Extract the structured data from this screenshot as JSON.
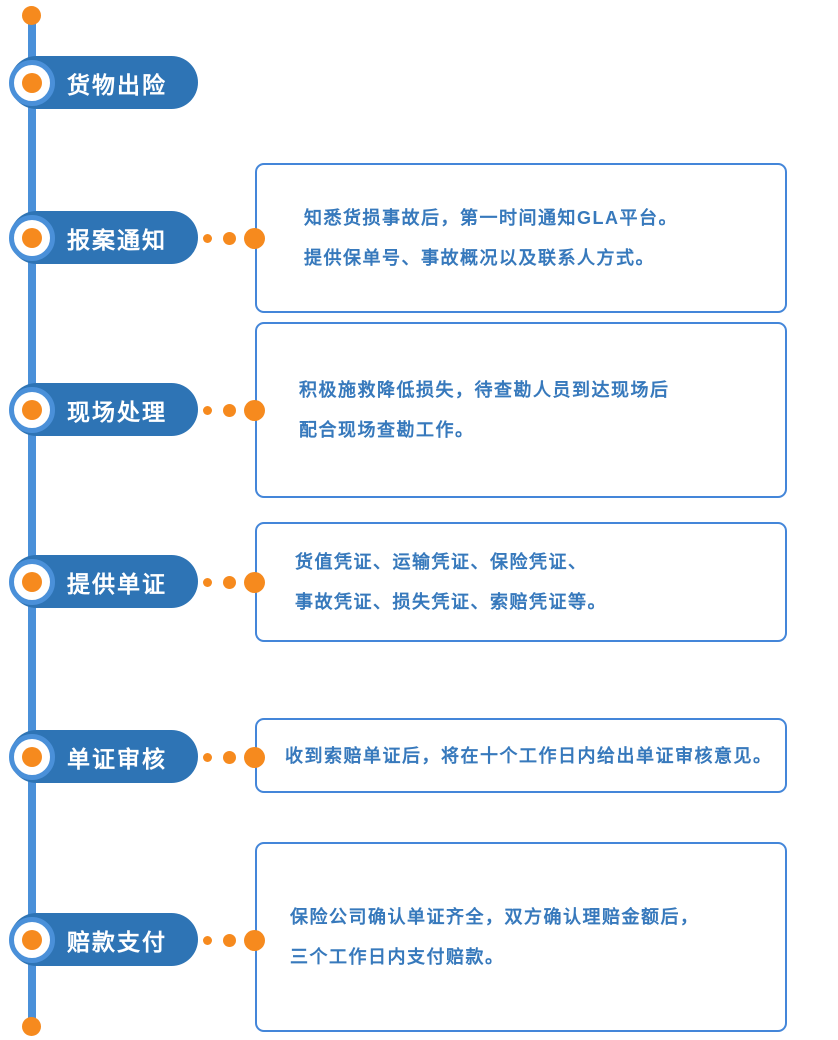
{
  "colors": {
    "pill_blue": "#2E74B5",
    "line_blue": "#4A90D9",
    "box_border_blue": "#4486D9",
    "text_blue": "#3779BC",
    "orange": "#F68A1E"
  },
  "steps": [
    {
      "label": "货物出险",
      "lines": []
    },
    {
      "label": "报案通知",
      "lines": [
        "知悉货损事故后，第一时间通知GLA平台。",
        "提供保单号、事故概况以及联系人方式。"
      ]
    },
    {
      "label": "现场处理",
      "lines": [
        "积极施救降低损失，待查勘人员到达现场后",
        "配合现场查勘工作。"
      ]
    },
    {
      "label": "提供单证",
      "lines": [
        "货值凭证、运输凭证、保险凭证、",
        "事故凭证、损失凭证、索赔凭证等。"
      ]
    },
    {
      "label": "单证审核",
      "lines": [
        "收到索赔单证后，将在十个工作日内给出单证审核意见。"
      ]
    },
    {
      "label": "赔款支付",
      "lines": [
        "保险公司确认单证齐全，双方确认理赔金额后，",
        "三个工作日内支付赔款。"
      ]
    }
  ]
}
